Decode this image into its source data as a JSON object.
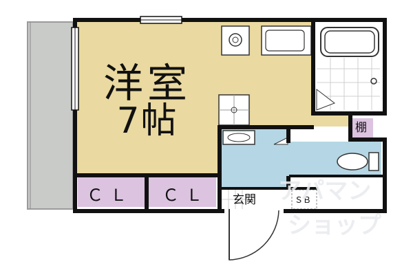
{
  "floorplan": {
    "main_room": {
      "name": "洋室",
      "size": "7帖"
    },
    "closets": [
      "ＣＬ",
      "ＣＬ"
    ],
    "shelf": "棚",
    "entrance": "玄関",
    "shoe_box": "ＳＢ"
  },
  "watermark": {
    "line1": "アパマン",
    "line2": "ショップ"
  },
  "colors": {
    "wall": "#111111",
    "main_room_floor": "#ead9a0",
    "wet_area_floor": "#b5d6e4",
    "closet_floor": "#dcc3e0",
    "balcony": "#c8cbc8",
    "background": "#ffffff"
  }
}
